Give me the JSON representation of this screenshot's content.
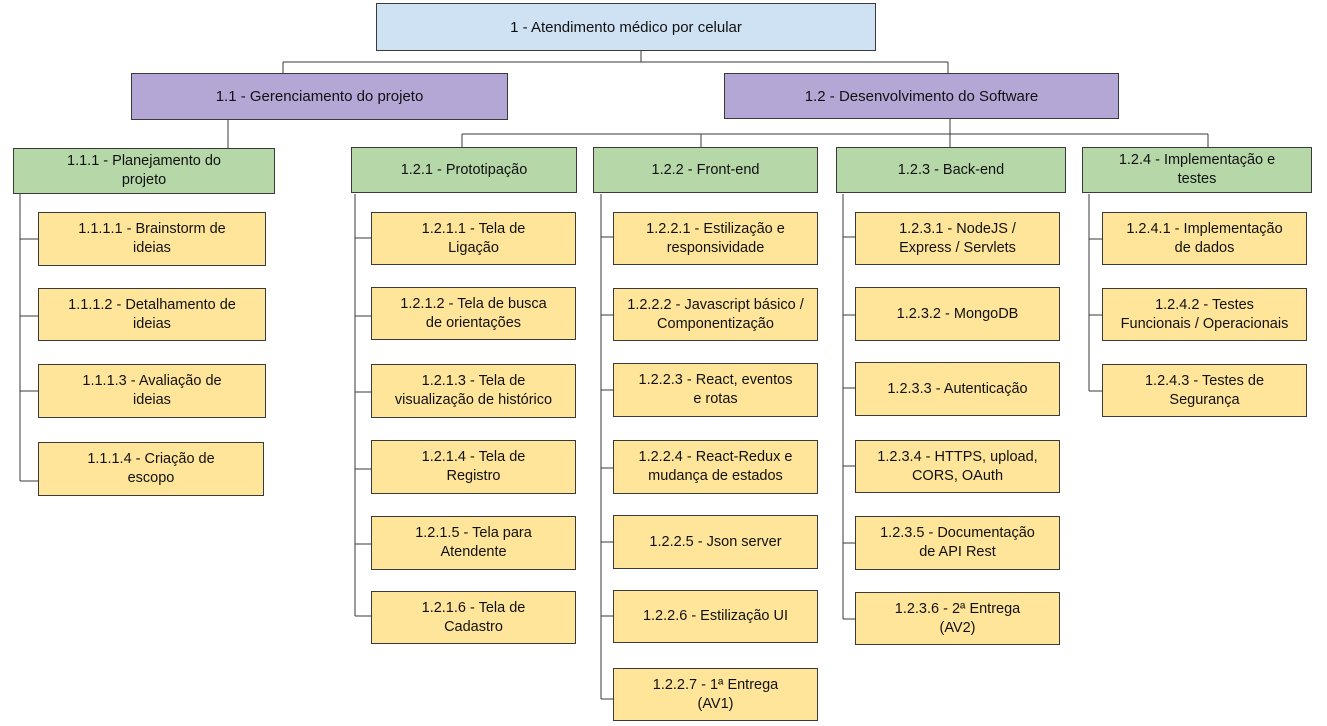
{
  "colors": {
    "root": "#cfe2f3",
    "level1": "#b4a7d6",
    "level2": "#b6d7a8",
    "level3": "#ffe599",
    "line": "#3a3a3a"
  },
  "root": "1 - Atendimento médico por celular",
  "nodes": {
    "n1_1": "1.1 - Gerenciamento do projeto",
    "n1_2": "1.2 - Desenvolvimento do Software",
    "n1_1_1": "1.1.1 - Planejamento do\nprojeto",
    "n1_2_1": "1.2.1 - Prototipação",
    "n1_2_2": "1.2.2 - Front-end",
    "n1_2_3": "1.2.3 - Back-end",
    "n1_2_4": "1.2.4 - Implementação e\ntestes",
    "n1_1_1_1": "1.1.1.1 - Brainstorm de\nideias",
    "n1_1_1_2": "1.1.1.2 - Detalhamento de\nideias",
    "n1_1_1_3": "1.1.1.3 - Avaliação de\nideias",
    "n1_1_1_4": "1.1.1.4 - Criação de\nescopo",
    "n1_2_1_1": "1.2.1.1 - Tela de\nLigação",
    "n1_2_1_2": "1.2.1.2 - Tela de busca\nde orientações",
    "n1_2_1_3": "1.2.1.3 - Tela de\nvisualização de histórico",
    "n1_2_1_4": "1.2.1.4 - Tela de\nRegistro",
    "n1_2_1_5": "1.2.1.5 - Tela para\nAtendente",
    "n1_2_1_6": "1.2.1.6 - Tela de\nCadastro",
    "n1_2_2_1": "1.2.2.1 - Estilização e\nresponsividade",
    "n1_2_2_2": "1.2.2.2 - Javascript básico /\nComponentização",
    "n1_2_2_3": "1.2.2.3 - React, eventos\ne rotas",
    "n1_2_2_4": "1.2.2.4 - React-Redux e\nmudança de estados",
    "n1_2_2_5": "1.2.2.5 - Json server",
    "n1_2_2_6": "1.2.2.6 - Estilização UI",
    "n1_2_2_7": "1.2.2.7 - 1ª Entrega\n(AV1)",
    "n1_2_3_1": "1.2.3.1 - NodeJS /\nExpress / Servlets",
    "n1_2_3_2": "1.2.3.2 - MongoDB",
    "n1_2_3_3": "1.2.3.3 - Autenticação",
    "n1_2_3_4": "1.2.3.4 - HTTPS, upload,\nCORS, OAuth",
    "n1_2_3_5": "1.2.3.5 - Documentação\nde API Rest",
    "n1_2_3_6": "1.2.3.6 - 2ª Entrega\n(AV2)",
    "n1_2_4_1": "1.2.4.1 - Implementação\nde dados",
    "n1_2_4_2": "1.2.4.2 - Testes\nFuncionais / Operacionais",
    "n1_2_4_3": "1.2.4.3 - Testes de\nSegurança"
  }
}
